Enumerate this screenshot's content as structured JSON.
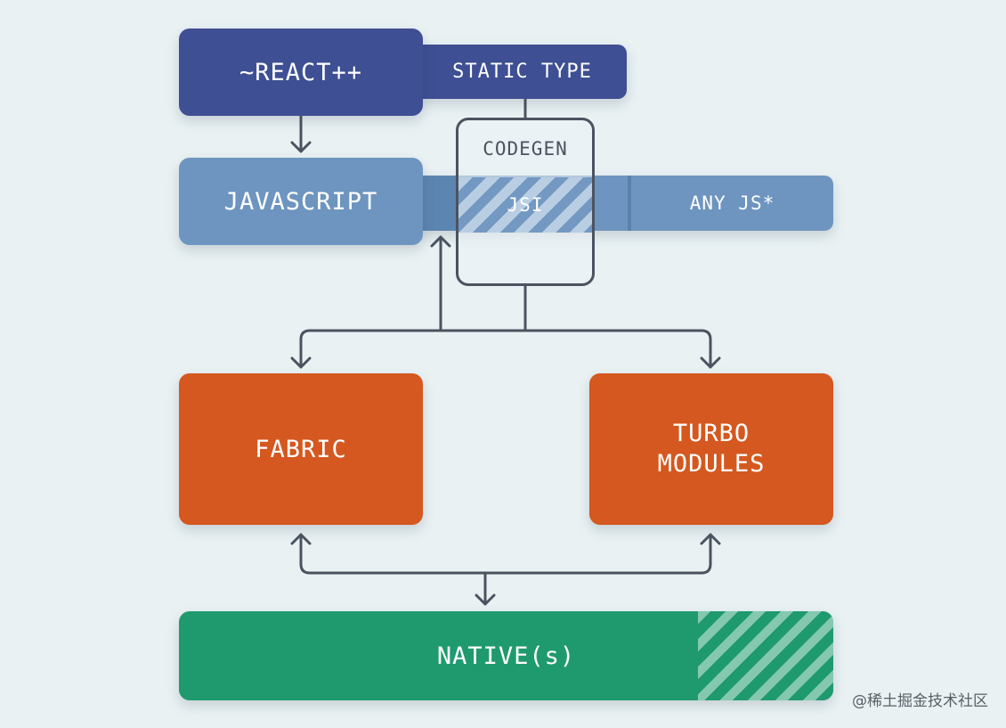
{
  "diagram": {
    "react": "~REACT++",
    "static_type": "STATIC TYPE",
    "codegen": "CODEGEN",
    "javascript": "JAVASCRIPT",
    "jsi": "JSI",
    "any_js": "ANY JS*",
    "fabric": "FABRIC",
    "turbo_line1": "TURBO",
    "turbo_line2": "MODULES",
    "native": "NATIVE(s)"
  },
  "watermark": "@稀土掘金技术社区",
  "colors": {
    "react": "#3e4f93",
    "javascript": "#6e95bf",
    "fabric": "#d4581f",
    "native": "#1f9a6f",
    "line": "#4b5360",
    "background": "#e9f1f3"
  }
}
